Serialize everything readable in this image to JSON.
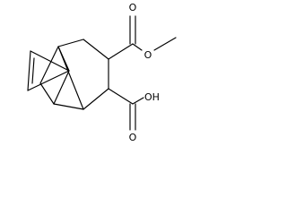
{
  "molecule": {
    "atom_labels": {
      "ester_carbonyl_o": "O",
      "ester_link_o": "O",
      "acid_carbonyl_o": "O",
      "acid_hydroxyl": "OH"
    }
  },
  "colors": {
    "background": "#ffffff",
    "ink": "#000000"
  }
}
